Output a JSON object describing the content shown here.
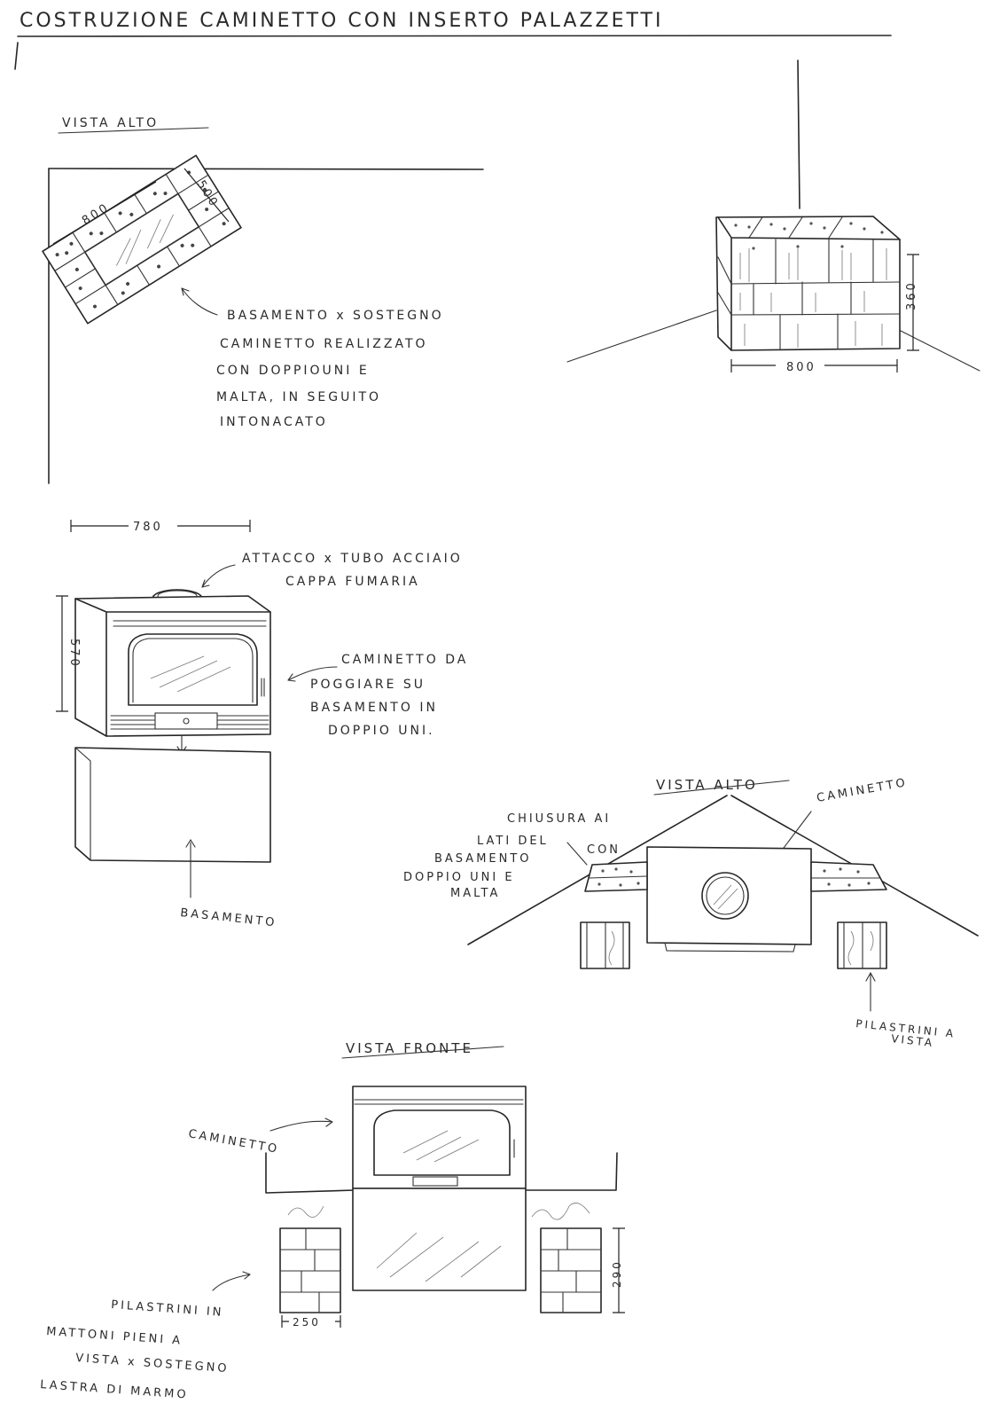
{
  "title": "COSTRUZIONE   CAMINETTO  CON  INSERTO   PALAZZETTI",
  "section_top_plan": {
    "heading": "VISTA   ALTO",
    "dim_length": "800",
    "dim_depth": "500",
    "note_lines": [
      "BASAMENTO x SOSTEGNO",
      "CAMINETTO REALIZZATO",
      "CON  DOPPIOUNI  E",
      "MALTA, IN  SEGUITO",
      "INTONACATO"
    ]
  },
  "section_perspective": {
    "dim_height": "360",
    "dim_width": "800"
  },
  "section_insert": {
    "dim_width": "780",
    "dim_height": "570",
    "note_flue_lines": [
      "ATTACCO x TUBO ACCIAIO",
      "CAPPA FUMARIA"
    ],
    "note_insert_lines": [
      "CAMINETTO DA",
      "POGGIARE SU",
      "BASAMENTO IN",
      "DOPPIO UNI."
    ],
    "base_label": "BASAMENTO"
  },
  "section_plan2": {
    "heading": "VISTA  ALTO",
    "fireplace_label": "CAMINETTO",
    "closure_lines": [
      "CHIUSURA AI",
      "LATI  DEL",
      "BASAMENTO",
      "DOPPIO UNI E",
      "MALTA"
    ],
    "closure_con": "CON",
    "pillars_lines": [
      "PILASTRINI A",
      "VISTA"
    ]
  },
  "section_front": {
    "heading": "VISTA  FRONTE",
    "fireplace_label": "CAMINETTO",
    "dim_pillar_width": "250",
    "dim_pillar_height": "290",
    "pillars_note_lines": [
      "PILASTRINI  IN",
      "MATTONI  PIENI  A",
      "VISTA  x  SOSTEGNO",
      "LASTRA  DI  MARMO"
    ]
  }
}
